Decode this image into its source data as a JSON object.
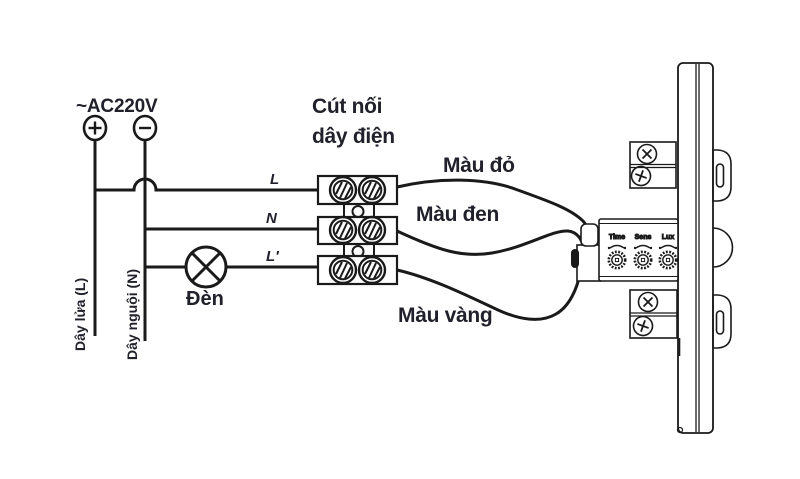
{
  "power": {
    "label": "~AC220V",
    "plus": "+",
    "minus": "−"
  },
  "wires": {
    "live_vertical_label": "Dây lửa (L)",
    "neutral_vertical_label": "Dây nguội (N)",
    "l_label": "L",
    "n_label": "N",
    "l_prime_label": "L′",
    "red_label": "Màu đỏ",
    "black_label": "Màu đen",
    "yellow_label": "Màu vàng"
  },
  "lamp": {
    "label": "Đèn"
  },
  "connector": {
    "label_line1": "Cút nối",
    "label_line2": "dây điện"
  },
  "device": {
    "knobs": [
      {
        "label": "Time"
      },
      {
        "label": "Sens"
      },
      {
        "label": "Lux"
      }
    ]
  },
  "colors": {
    "line": "#1a1a1a",
    "text": "#21212b",
    "background": "#ffffff"
  }
}
